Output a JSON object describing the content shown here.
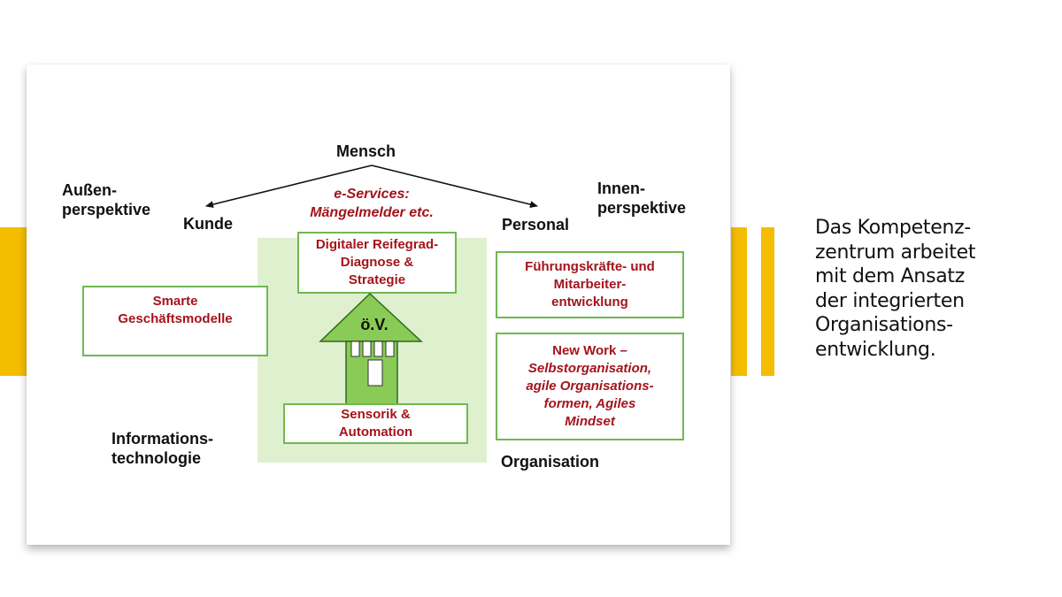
{
  "diagram": {
    "top_label": "Mensch",
    "left_perspective": [
      "Außen-",
      "perspektive"
    ],
    "right_perspective": [
      "Innen-",
      "perspektive"
    ],
    "left_node": "Kunde",
    "right_node": "Personal",
    "eservices": [
      "e-Services:",
      "Mängelmelder etc."
    ],
    "box_reifegrad": [
      "Digitaler Reifegrad-",
      "Diagnose &",
      "Strategie"
    ],
    "box_smarte": [
      "Smarte",
      "Geschäftsmodelle"
    ],
    "box_fuehrung": [
      "Führungskräfte- und",
      "Mitarbeiter-",
      "entwicklung"
    ],
    "box_newwork": {
      "title": "New Work –",
      "lines": [
        "Selbstorganisation,",
        "agile Organisations-",
        "formen, Agiles",
        "Mindset"
      ]
    },
    "house_label": "ö.V.",
    "box_sensorik": [
      "Sensorik &",
      "Automation"
    ],
    "bottom_left": [
      "Informations-",
      "technologie"
    ],
    "bottom_right": "Organisation"
  },
  "description_lines": [
    "Das Kompetenz-",
    "zentrum arbeitet",
    "mit dem Ansatz",
    "der integrierten",
    "Organisations-",
    "entwicklung."
  ],
  "colors": {
    "accent": "#f5bd00",
    "green_border": "#70b850",
    "green_fill": "#dff0cf",
    "house_green": "#8acb57",
    "dark_red": "#a3141b"
  }
}
